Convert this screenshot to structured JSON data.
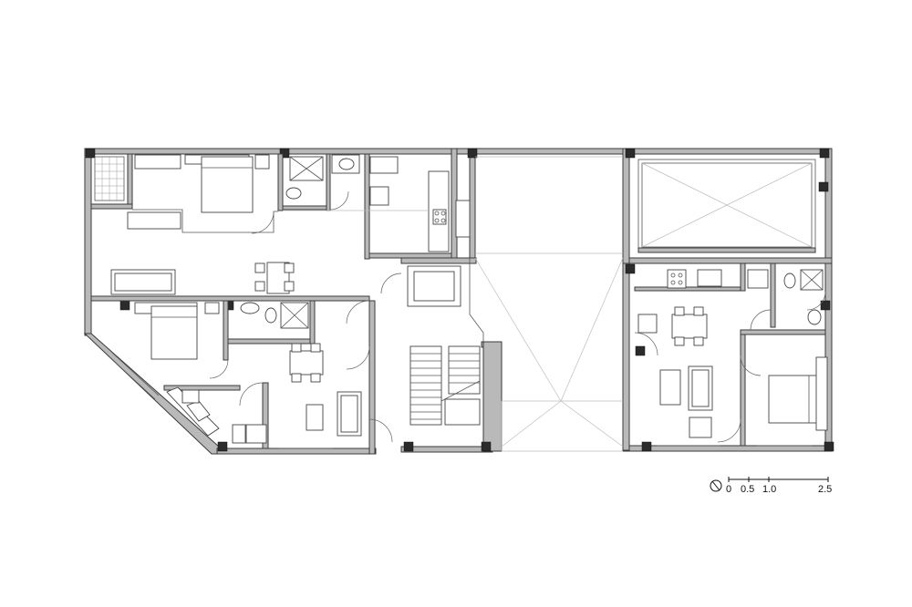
{
  "scale_bar": {
    "ticks": [
      "0",
      "0.5",
      "1.0",
      "2.5"
    ]
  },
  "icons": {
    "north": "north-arrow-icon"
  }
}
